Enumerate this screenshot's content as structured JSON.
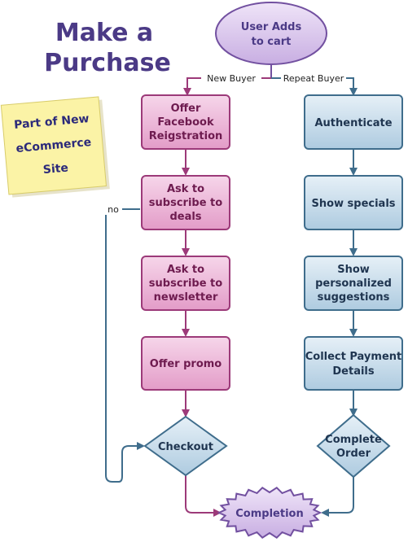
{
  "title": [
    "Make a",
    "Purchase"
  ],
  "sticky_note": [
    "Part of New",
    "eCommerce",
    "Site"
  ],
  "nodes": {
    "start": [
      "User Adds",
      "to cart"
    ],
    "offer_facebook": [
      "Offer",
      "Facebook",
      "Reigstration"
    ],
    "ask_deals": [
      "Ask to",
      "subscribe to",
      "deals"
    ],
    "ask_newsletter": [
      "Ask to",
      "subscribe to",
      "newsletter"
    ],
    "offer_promo": [
      "Offer promo"
    ],
    "checkout": [
      "Checkout"
    ],
    "authenticate": [
      "Authenticate"
    ],
    "show_specials": [
      "Show specials"
    ],
    "show_suggestions": [
      "Show",
      "personalized",
      "suggestions"
    ],
    "collect_payment": [
      "Collect Payment",
      "Details"
    ],
    "complete_order": [
      "Complete",
      "Order"
    ],
    "completion": [
      "Completion"
    ]
  },
  "edge_labels": {
    "new_buyer": "New Buyer",
    "repeat_buyer": "Repeat Buyer",
    "no": "no"
  },
  "colors": {
    "pink_fill": "#ebb4d6",
    "pink_stroke": "#9c3a79",
    "blue_fill": "#c9dbe8",
    "blue_stroke": "#3f6d8c",
    "purple_fill": "#dcc8ec",
    "purple_stroke": "#7250a0",
    "sticky_fill": "#fbf3a6",
    "title": "#4b3a86"
  }
}
